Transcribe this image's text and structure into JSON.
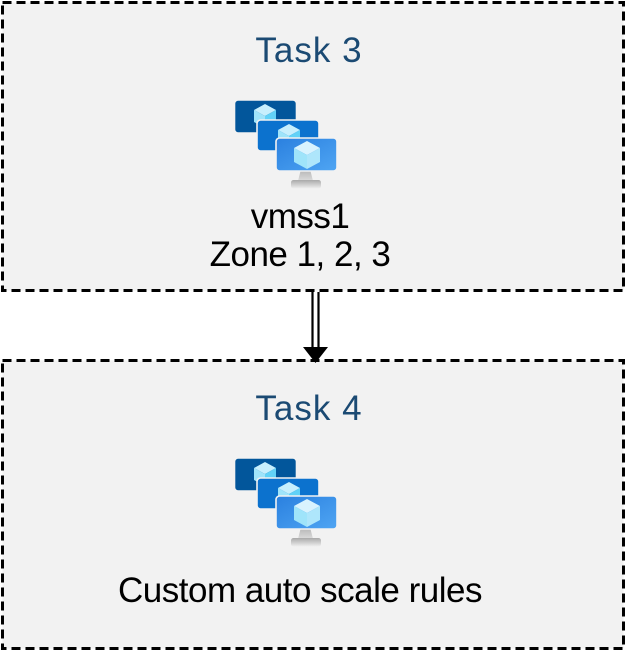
{
  "diagram": {
    "box1": {
      "title": "Task 3",
      "line1": "vmss1",
      "line2": "Zone 1, 2, 3",
      "icon": "vm-scale-sets"
    },
    "box2": {
      "title": "Task 4",
      "line1": "Custom auto scale rules",
      "icon": "vm-scale-sets"
    },
    "connector": {
      "type": "double-line-arrow",
      "direction": "down"
    }
  },
  "colors": {
    "page_background": "#ffffff",
    "box_fill": "#f2f2f2",
    "box_border": "#000000",
    "title_text": "#1b4a73",
    "body_text": "#000000",
    "arrow": "#000000",
    "monitor_back": "#02569b",
    "monitor_middle": "#0c72ce",
    "monitor_front_gradient_start": "#2a80df",
    "monitor_front_gradient_end": "#4fa5f3",
    "cube_top_face": "#c7effd",
    "cube_left_face": "#9fe4fa",
    "cube_right_face": "#62d2f7",
    "stand_gradient_start": "#a9a9a9",
    "stand_gradient_end": "#efefef"
  }
}
